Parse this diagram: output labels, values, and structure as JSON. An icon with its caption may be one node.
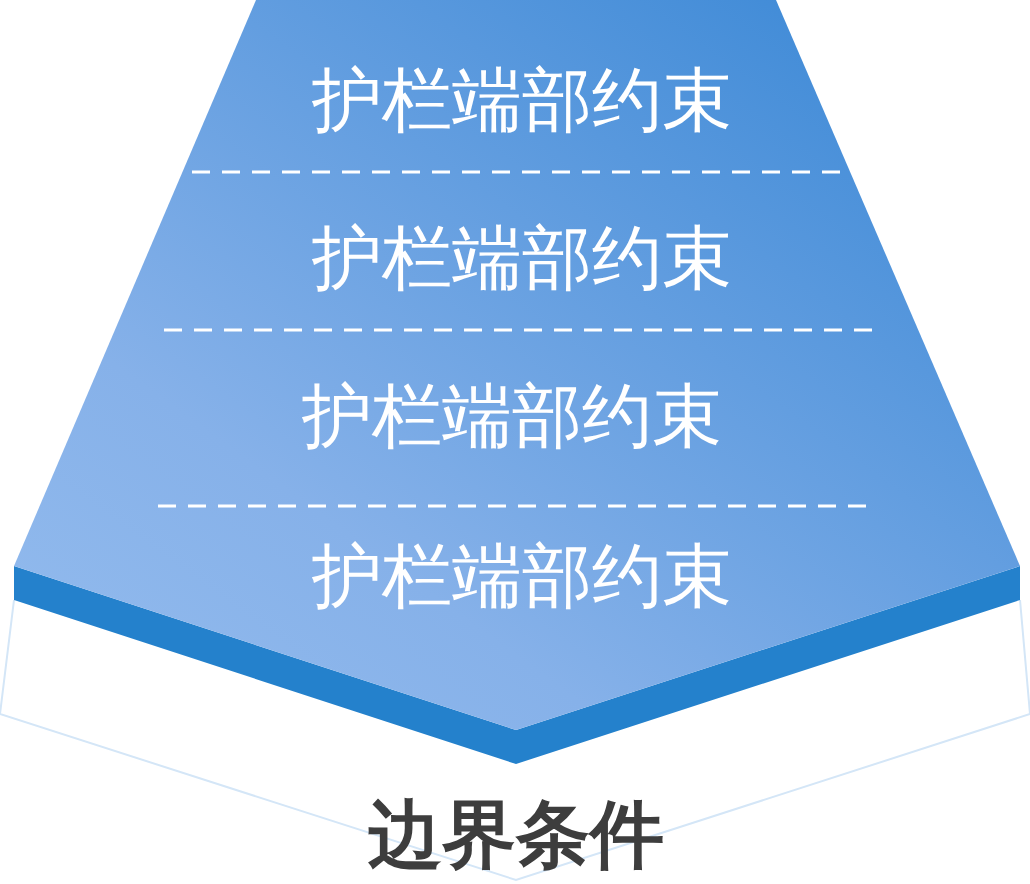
{
  "diagram": {
    "nodes": [
      {
        "text": [
          "护栏端部约束",
          "护栏端部约束",
          "护栏端部约束",
          "护栏端部约束"
        ],
        "beside": [
          "边界条件"
        ]
      }
    ]
  }
}
